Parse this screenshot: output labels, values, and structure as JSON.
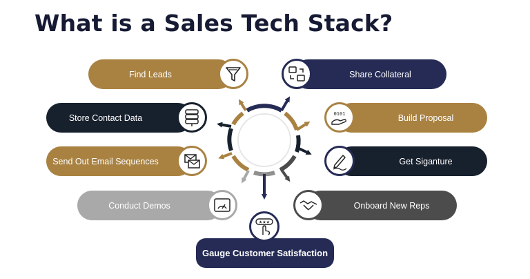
{
  "title": "What is a Sales Tech Stack?",
  "items": {
    "find_leads": "Find Leads",
    "share_collateral": "Share Collateral",
    "store_contact_data": "Store Contact Data",
    "build_proposal": "Build Proposal",
    "send_email_sequences": "Send Out Email Sequences",
    "get_signature": "Get Siganture",
    "conduct_demos": "Conduct Demos",
    "onboard_new_reps": "Onboard New Reps",
    "gauge_satisfaction": "Gauge Customer Satisfaction"
  },
  "colors": {
    "gold": "#a98242",
    "navy": "#252b55",
    "ink": "#17202d",
    "grey": "#a9a9a9",
    "dark_grey": "#4c4c4c"
  },
  "icons": [
    "funnel-icon",
    "share-files-icon",
    "database-icon",
    "binary-hand-icon",
    "envelopes-icon",
    "pen-sign-icon",
    "speedometer-icon",
    "handshake-icon",
    "rating-tap-icon"
  ]
}
